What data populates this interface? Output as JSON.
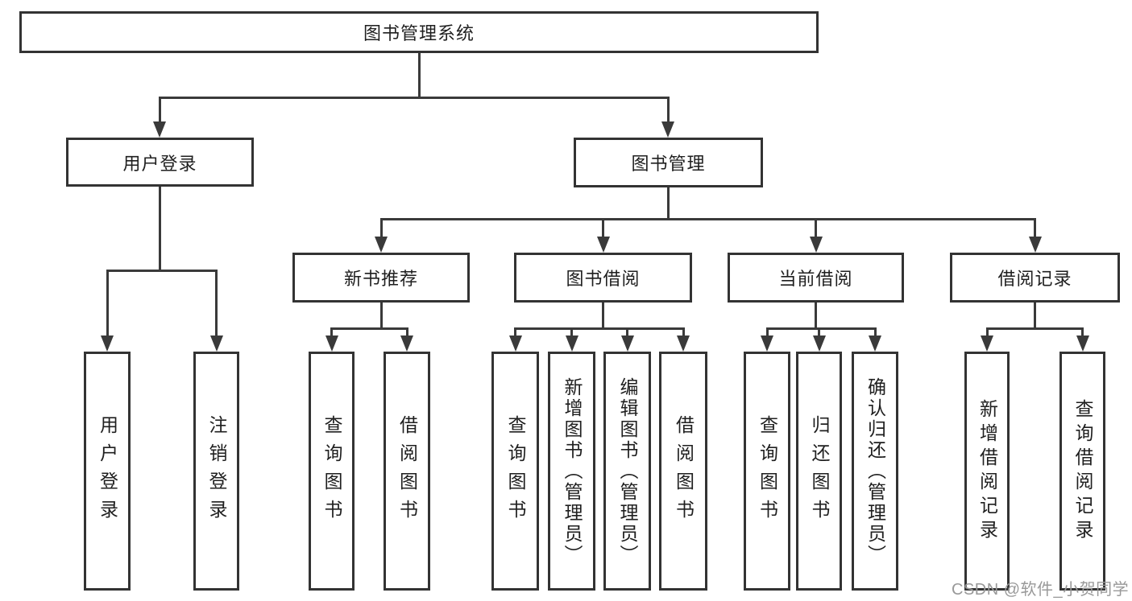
{
  "tree": {
    "root": "图书管理系统",
    "children": [
      {
        "label": "用户登录",
        "children": [
          "用户登录",
          "注销登录"
        ]
      },
      {
        "label": "图书管理",
        "children": [
          {
            "label": "新书推荐",
            "children": [
              "查询图书",
              "借阅图书"
            ]
          },
          {
            "label": "图书借阅",
            "children": [
              "查询图书",
              "新增图书（管理员）",
              "编辑图书（管理员）",
              "借阅图书"
            ]
          },
          {
            "label": "当前借阅",
            "children": [
              "查询图书",
              "归还图书",
              "确认归还（管理员）"
            ]
          },
          {
            "label": "借阅记录",
            "children": [
              "新增借阅记录",
              "查询借阅记录"
            ]
          }
        ]
      }
    ]
  },
  "watermark": "CSDN @软件_小贺同学",
  "colors": {
    "background": "#ffffff",
    "box_border": "#333333",
    "connector": "#3a3a3a",
    "text": "#1f1f1f",
    "watermark": "#999999"
  }
}
